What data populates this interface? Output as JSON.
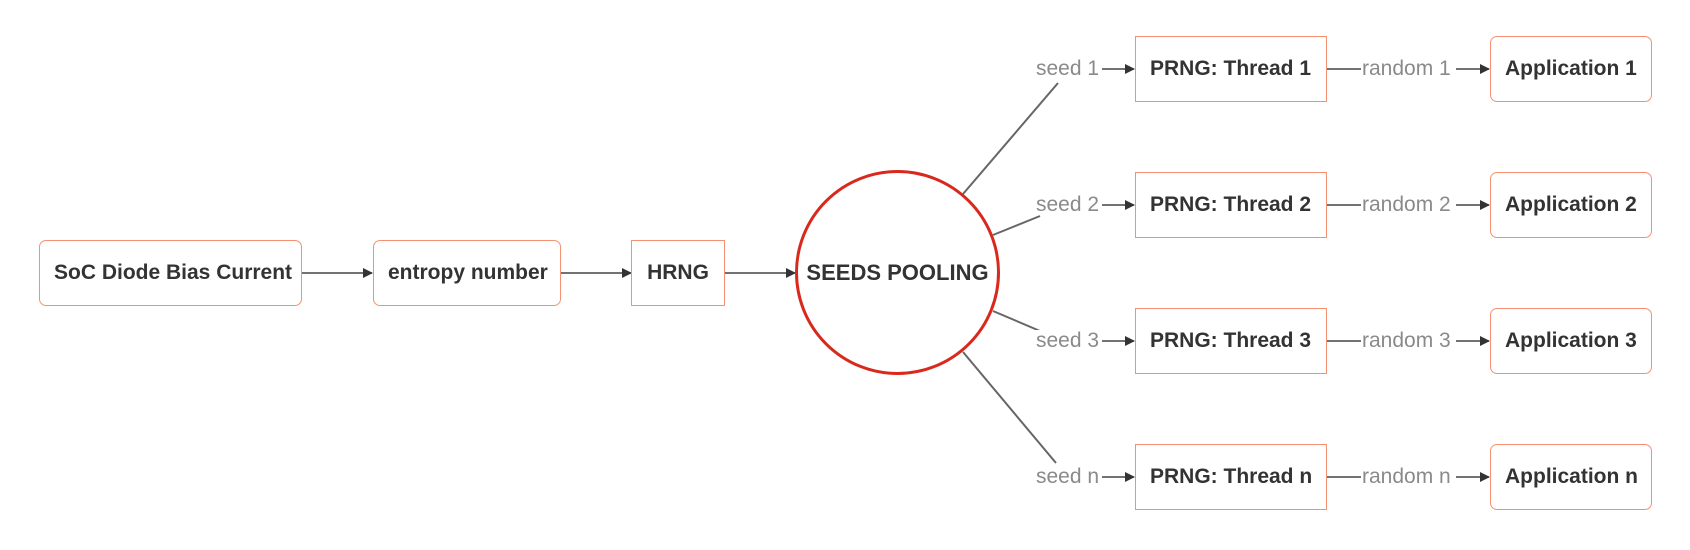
{
  "nodes": {
    "soc": "SoC Diode Bias Current",
    "entropy": "entropy number",
    "hrng": "HRNG",
    "pool": "SEEDS POOLING"
  },
  "threads": [
    {
      "seed": "seed 1",
      "prng": "PRNG: Thread 1",
      "random": "random 1",
      "app": "Application 1"
    },
    {
      "seed": "seed 2",
      "prng": "PRNG: Thread 2",
      "random": "random 2",
      "app": "Application 2"
    },
    {
      "seed": "seed 3",
      "prng": "PRNG: Thread 3",
      "random": "random 3",
      "app": "Application 3"
    },
    {
      "seed": "seed n",
      "prng": "PRNG: Thread n",
      "random": "random n",
      "app": "Application n"
    }
  ],
  "colors": {
    "box_border": "#f59173",
    "circle_border": "#d9291c",
    "edge": "#666666",
    "label": "#8a8a8a"
  }
}
